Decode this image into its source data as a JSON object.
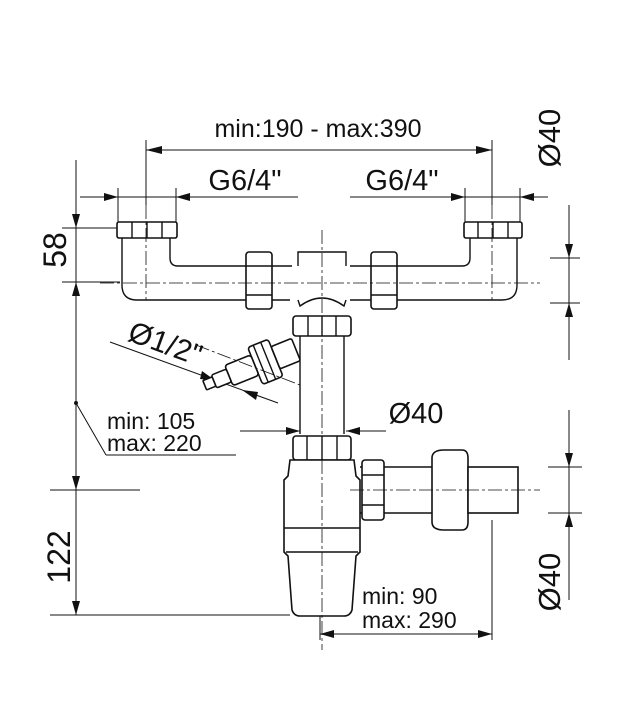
{
  "dimensions": {
    "top_range": "min:190 - max:390",
    "left_thread": "G6/4\"",
    "right_thread": "G6/4\"",
    "right_top_diameter": "Ø40",
    "height_58": "58",
    "side_thread": "Ø1/2\"",
    "middle_min": "min:  105",
    "middle_max": "max: 220",
    "middle_diameter": "Ø40",
    "height_122": "122",
    "bottom_min": "min:    90",
    "bottom_max": "max: 290",
    "right_bottom_diameter": "Ø40"
  },
  "colors": {
    "line": "#111111",
    "background": "#ffffff"
  }
}
